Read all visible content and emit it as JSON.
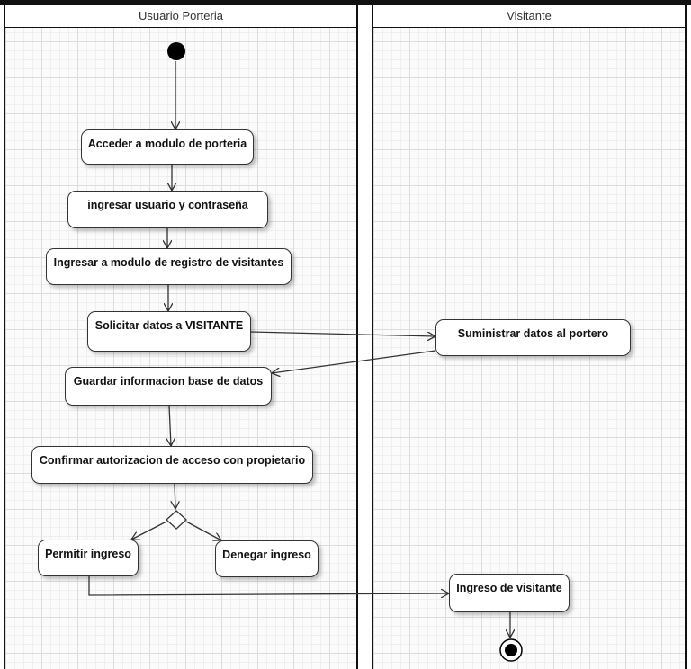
{
  "lanes": {
    "porteria": "Usuario Porteria",
    "visitante": "Visitante"
  },
  "nodes": {
    "acceder": "Acceder a modulo de porteria",
    "ingresar_usuario": "ingresar usuario y contraseña",
    "ingresar_modulo": "Ingresar a modulo de registro de visitantes",
    "solicitar": "Solicitar datos a VISITANTE",
    "guardar": "Guardar informacion base de datos",
    "confirmar": "Confirmar autorizacion de acceso con propietario",
    "permitir": "Permitir ingreso",
    "denegar": "Denegar ingreso",
    "suministrar": "Suministrar datos al portero",
    "ingreso_visitante": "Ingreso de visitante"
  }
}
